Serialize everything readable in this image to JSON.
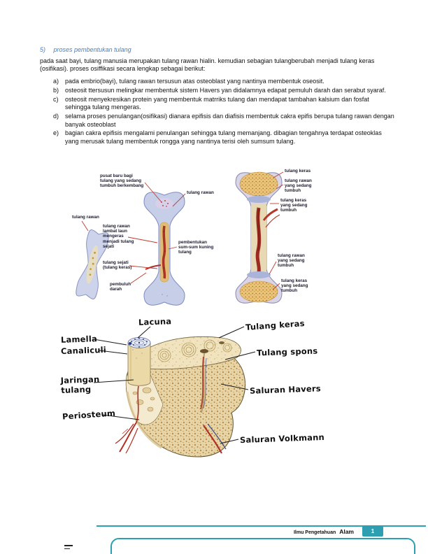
{
  "document": {
    "heading_number": "5)",
    "heading_text": "proses pembentukan tulang",
    "intro": "pada saat bayi, tulang manusia merupakan tulang rawan hialin. kemudian sebagian tulangberubah menjadi tulang keras (osifikasi). proses osiffikasi secara lengkap sebagai berikut:",
    "list": [
      {
        "label": "a)",
        "text": "pada embrio(bayi), tulang rawan tersusun atas osteoblast yang nantinya membentuk oseosit."
      },
      {
        "label": "b)",
        "text": "osteosit ttersusun melingkar membentuk sistem Havers yan didalamnya edapat pemuluh darah dan serabut syaraf."
      },
      {
        "label": "c)",
        "text": "osteosit menyekresikan protein yang membentuk matrriks tulang dan mendapat tambahan kalsium dan fosfat sehingga tulang mengeras."
      },
      {
        "label": "d)",
        "text": "selama proses penulangan(osifikasi) dianara epifisis dan diafisis membentuk cakra epifis berupa tulang rawan dengan banyak osteoblast"
      },
      {
        "label": "e)",
        "text": "bagian cakra epifisis mengalami penulangan sehingga tulang memanjang. dibagian tengahnya terdapat osteoklas yang merusak tulang membentuk rongga yang nantinya terisi oleh sumsum tulang."
      }
    ]
  },
  "diagram1": {
    "labels": [
      "pusat baru bagi\ntulang yang sedang\ntumbuh berkembang",
      "tulang rawan",
      "tulang keras",
      "tulang rawan\nyang sedang\ntumbuh",
      "tulang keras\nyang sedang\ntumbuh",
      "tulang rawan",
      "tulang rawan\nlambat laun\nmengeras\nmenjadi tulang\nsejati",
      "pembentukan\nsum-sum kuning\ntulang",
      "tulang sejati\n(tulang keras)",
      "pembuluh\ndarah",
      "tulang rawan\nyang sedang\ntumbuh",
      "tulang keras\nyang sedang\ntumbuh"
    ]
  },
  "diagram2": {
    "labels": [
      "Lacuna",
      "Lamella",
      "Canaliculi",
      "Jaringan\ntulang",
      "Periosteum",
      "Tulang keras",
      "Tulang spons",
      "Saluran Havers",
      "Saluran Volkmann"
    ]
  },
  "footer": {
    "section": "Ilmu Pengetahuan",
    "section_bold": "Alam",
    "page_number": "1"
  },
  "colors": {
    "heading_blue": "#4a7ebb",
    "accent_teal": "#2e9fb0"
  }
}
